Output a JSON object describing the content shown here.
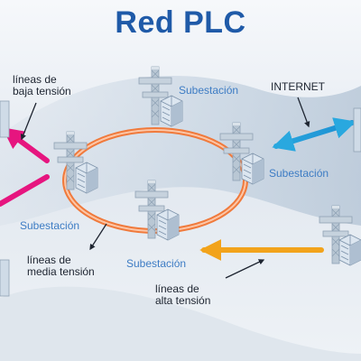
{
  "title": "Red PLC",
  "labels": {
    "baja_line1": "líneas de",
    "baja_line2": "baja tensión",
    "media_line1": "líneas de",
    "media_line2": "media tensión",
    "alta_line1": "líneas de",
    "alta_line2": "alta tensión",
    "internet": "INTERNET",
    "subestacion": "Subestación"
  },
  "colors": {
    "title": "#1f5aa8",
    "substation_label": "#3d7cc4",
    "ring": "#f07a3c",
    "low_voltage": "#e6157f",
    "high_voltage": "#f2a31b",
    "internet": "#29a8df",
    "tower": "#b9c7d4"
  },
  "icons": [
    "transmission-tower-icon",
    "building-icon"
  ]
}
